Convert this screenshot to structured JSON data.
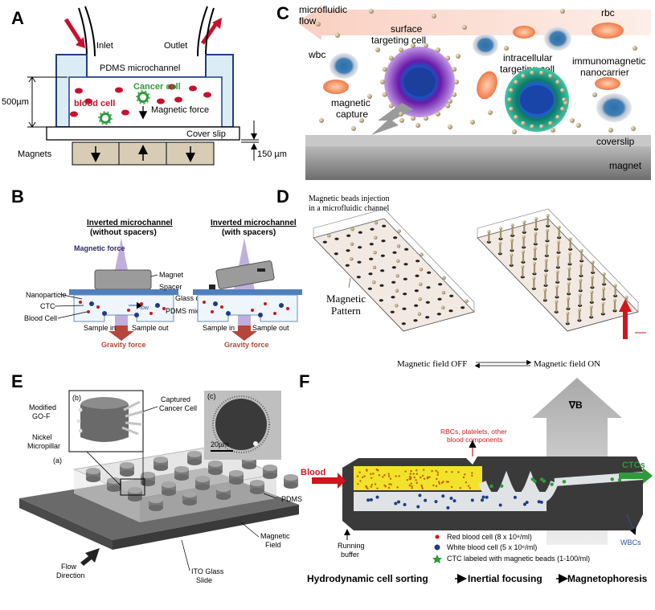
{
  "panels": [
    "A",
    "B",
    "C",
    "D",
    "E",
    "F"
  ],
  "panel_a": {
    "inlet": "Inlet",
    "outlet": "Outlet",
    "pdms": "PDMS microchannel",
    "cancer_cell": "Cancer cell",
    "blood_cell": "blood cell",
    "magnetic_force": "Magnetic force",
    "cover_slip": "Cover slip",
    "magnets": "Magnets",
    "dim_height": "500µm",
    "dim_gap": "150 µm"
  },
  "panel_b": {
    "title_left_1": "Inverted microchannel",
    "title_left_2": "(without spacers)",
    "title_right_1": "Inverted microchannel",
    "title_right_2": "(with spacers)",
    "magnetic_force": "Magnetic force",
    "magnet": "Magnet",
    "spacer": "Spacer",
    "nanoparticle": "Nanoparticle",
    "glass_coverslip": "Glass coverslip",
    "ctc": "CTC",
    "flow": "Flow",
    "pdms_microchip": "PDMS microchip",
    "blood_cell": "Blood Cell",
    "sample_in": "Sample in",
    "sample_out": "Sample out",
    "gravity_force": "Gravity force"
  },
  "panel_c": {
    "microfluidic_1": "microfluidic",
    "microfluidic_2": "flow",
    "rbc": "rbc",
    "surface_1": "surface",
    "surface_2": "targeting cell",
    "wbc": "wbc",
    "intracellular_1": "intracellular",
    "intracellular_2": "targeting cell",
    "immuno_1": "immunomagnetic",
    "immuno_2": "nanocarrier",
    "capture_1": "magnetic",
    "capture_2": "capture",
    "coverslip": "coverslip",
    "magnet": "magnet"
  },
  "panel_d": {
    "injection_1": "Magnetic beads injection",
    "injection_2": "in a microfluidic channel",
    "pattern_1": "Magnetic",
    "pattern_2": "Pattern",
    "field_off": "Magnetic field OFF",
    "field_on": "Magnetic field ON"
  },
  "panel_e": {
    "sub_b": "(b)",
    "sub_c": "(c)",
    "sub_a": "(a)",
    "modified_1": "Modified",
    "modified_2": "GO-F",
    "nickel_1": "Nickel",
    "nickel_2": "Micropillar",
    "captured_1": "Captured",
    "captured_2": "Cancer Cell",
    "scale": "20µm",
    "pdms": "PDMS",
    "field_1": "Magnetic",
    "field_2": "Field",
    "flow_1": "Flow",
    "flow_2": "Direction",
    "ito_1": "ITO Glass",
    "ito_2": "Slide"
  },
  "panel_f": {
    "rbcs_1": "RBCs, platelets, other",
    "rbcs_2": "blood components",
    "blood": "Blood",
    "ctcs": "CTCs",
    "gradient": "∇B",
    "wbcs": "WBCs",
    "buffer_1": "Running",
    "buffer_2": "buffer",
    "legend_red": "Red blood cell (8 x 10⁹/ml)",
    "legend_white": "White blood cell (5 x 10⁶/ml)",
    "legend_ctc": "CTC labeled with magnetic beads (1-100/ml)",
    "step1": "Hydrodynamic cell sorting",
    "step2": "Inertial focusing",
    "step3": "Magnetophoresis"
  },
  "colors": {
    "red": "#c8102e",
    "green": "#2e9a3a",
    "pdms_blue": "#1f3c88",
    "yellow": "#f2e32a",
    "violet": "#b9a6d8",
    "gravity": "#b5463c"
  }
}
